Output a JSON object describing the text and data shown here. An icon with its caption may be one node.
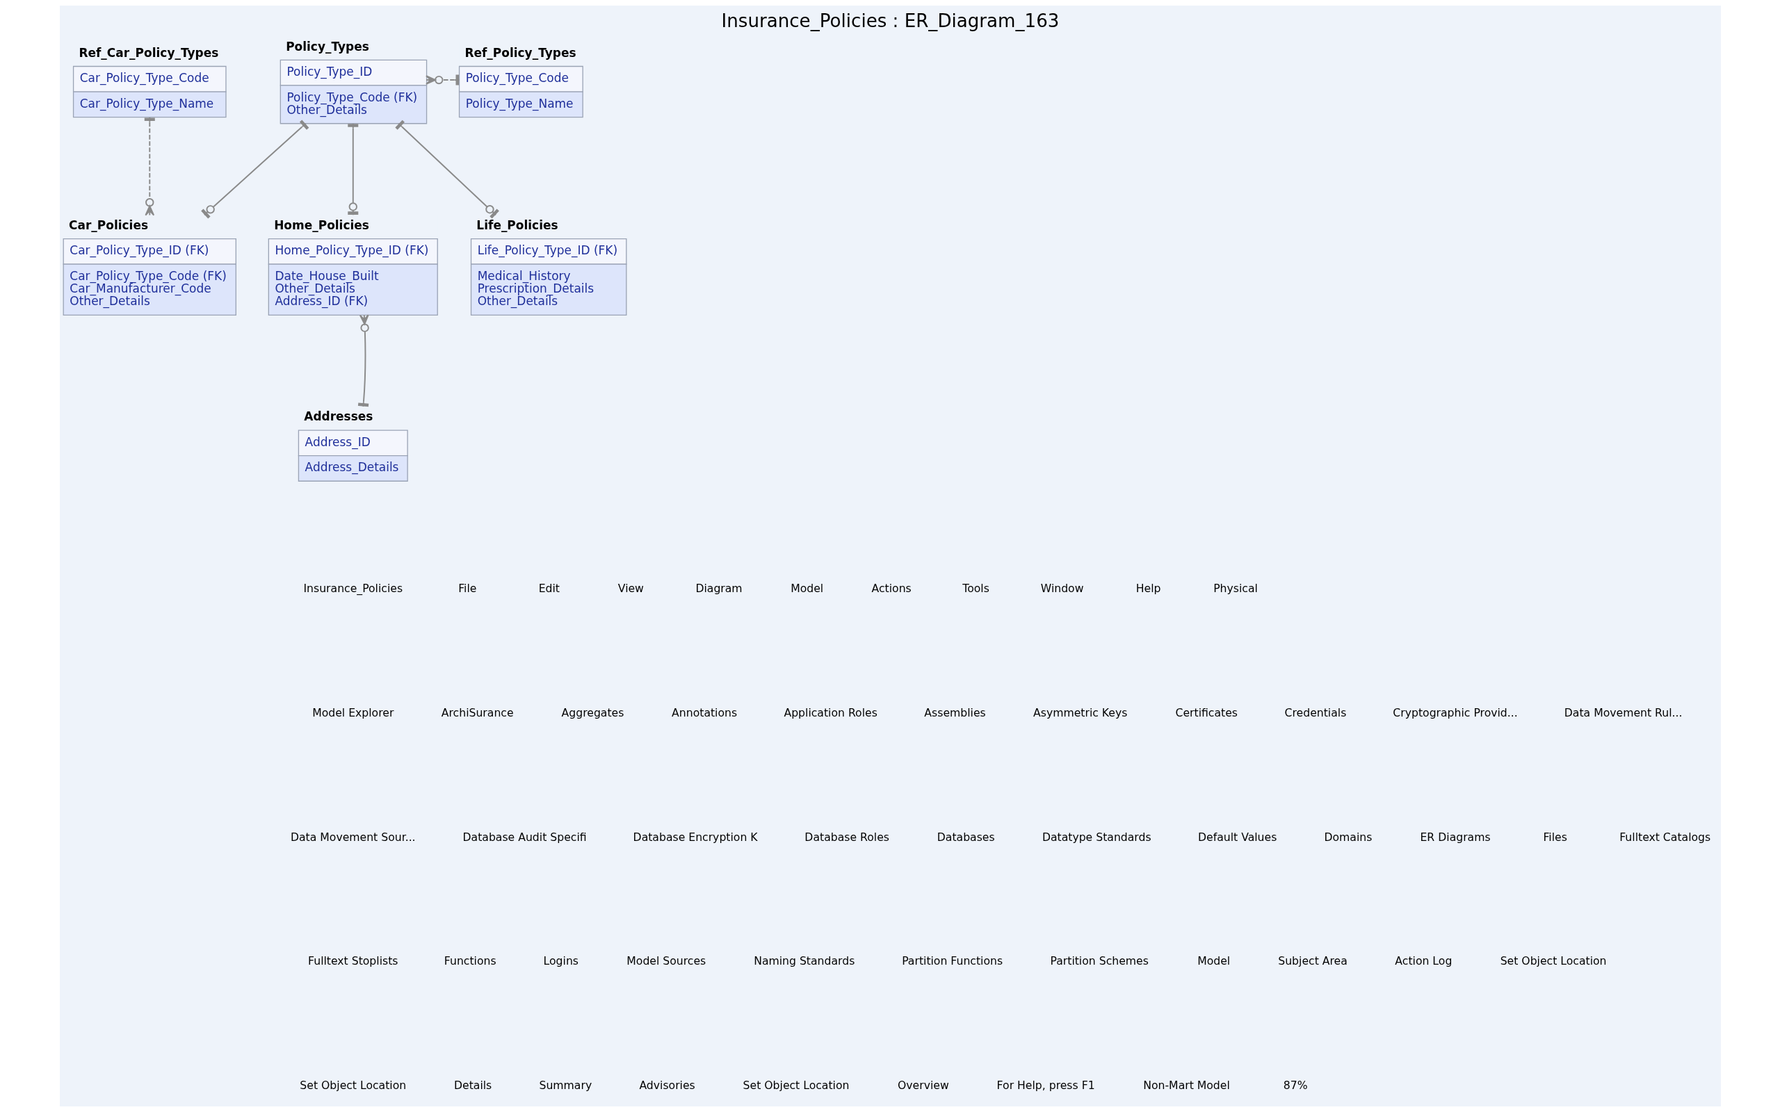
{
  "diagram": {
    "title": "Insurance_Policies : ER_Diagram_163",
    "nodes": [
      {
        "text": [
          "Ref_Car_Policy_Types",
          "Car_Policy_Type_Code",
          "Car_Policy_Type_Name"
        ]
      },
      {
        "text": [
          "Policy_Types",
          "Policy_Type_ID",
          "Policy_Type_Code (FK)",
          "Other_Details"
        ]
      },
      {
        "text": [
          "Ref_Policy_Types",
          "Policy_Type_Code",
          "Policy_Type_Name"
        ]
      },
      {
        "text": [
          "Car_Policies",
          "Car_Policy_Type_ID (FK)",
          "Car_Policy_Type_Code (FK)",
          "Car_Manufacturer_Code",
          "Other_Details"
        ]
      },
      {
        "text": [
          "Home_Policies",
          "Home_Policy_Type_ID (FK)",
          "Date_House_Built",
          "Other_Details",
          "Address_ID (FK)"
        ]
      },
      {
        "text": [
          "Life_Policies",
          "Life_Policy_Type_ID (FK)",
          "Medical_History",
          "Prescription_Details",
          "Other_Details"
        ]
      },
      {
        "text": [
          "Addresses",
          "Address_ID",
          "Address_Details"
        ]
      }
    ],
    "edges": [
      {
        "from": 0,
        "to": 3,
        "arrow": "other",
        "style": "dashed"
      },
      {
        "from": 1,
        "to": 3,
        "arrow": "other"
      },
      {
        "from": 2,
        "to": 1,
        "arrow": "other",
        "style": "dashed"
      },
      {
        "from": 1,
        "to": 4,
        "arrow": "other"
      },
      {
        "from": 1,
        "to": 5,
        "arrow": "other"
      },
      {
        "from": 6,
        "to": 4,
        "arrow": "other"
      }
    ],
    "labels": [
      "Insurance_Policies",
      "File",
      "Edit",
      "View",
      "Diagram",
      "Model",
      "Actions",
      "Tools",
      "Window",
      "Help",
      "Physical",
      "Model Explorer",
      "ArchiSurance",
      "Aggregates",
      "Annotations",
      "Application Roles",
      "Assemblies",
      "Asymmetric Keys",
      "Certificates",
      "Credentials",
      "Cryptographic Provid...",
      "Data Movement Rul...",
      "Data Movement Sour...",
      "Database Audit Specifi",
      "Database Encryption K",
      "Database Roles",
      "Databases",
      "Datatype Standards",
      "Default Values",
      "Domains",
      "ER Diagrams",
      "Files",
      "Fulltext Catalogs",
      "Fulltext Stoplists",
      "Functions",
      "Logins",
      "Model Sources",
      "Naming Standards",
      "Partition Functions",
      "Partition Schemes",
      "Model",
      "Subject Area",
      "Action Log",
      "Set Object Location",
      "Set Object Location",
      "Details",
      "Summary",
      "Advisories",
      "Set Object Location",
      "Overview",
      "For Help, press F1",
      "Non-Mart Model",
      "87%"
    ]
  }
}
